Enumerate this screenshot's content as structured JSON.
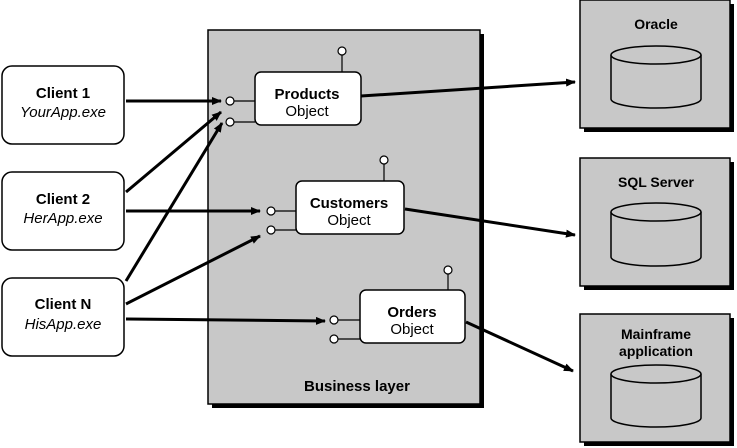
{
  "colors": {
    "panel_fill": "#c8c8c8",
    "box_fill": "#ffffff",
    "stroke": "#000000"
  },
  "clients": [
    {
      "name": "Client 1",
      "app": "YourApp.exe"
    },
    {
      "name": "Client 2",
      "app": "HerApp.exe"
    },
    {
      "name": "Client N",
      "app": "HisApp.exe"
    }
  ],
  "business_layer": {
    "label": "Business layer",
    "objects": [
      {
        "name": "Products",
        "kind": "Object"
      },
      {
        "name": "Customers",
        "kind": "Object"
      },
      {
        "name": "Orders",
        "kind": "Object"
      }
    ]
  },
  "data_sources": [
    {
      "line1": "Oracle",
      "line2": ""
    },
    {
      "line1": "SQL Server",
      "line2": ""
    },
    {
      "line1": "Mainframe",
      "line2": "application"
    }
  ],
  "icons": {
    "database": "cylinder-icon",
    "connector": "interface-port-icon"
  }
}
